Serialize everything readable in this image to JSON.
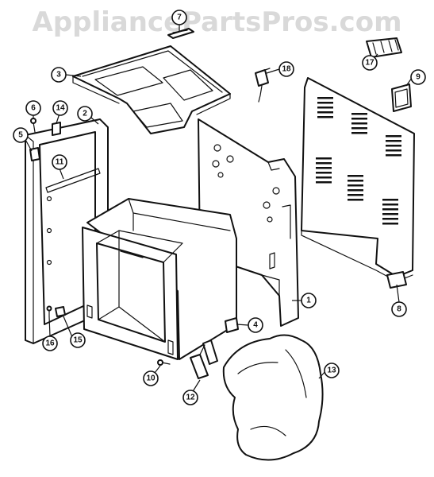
{
  "watermark": "AppliancePartsPros.com",
  "callouts": [
    {
      "id": "1",
      "label": "1",
      "part": "side-panel-right"
    },
    {
      "id": "2",
      "label": "2",
      "part": "side-panel-left"
    },
    {
      "id": "3",
      "label": "3",
      "part": "top-panel"
    },
    {
      "id": "4",
      "label": "4",
      "part": "bracket"
    },
    {
      "id": "5",
      "label": "5",
      "part": "clip"
    },
    {
      "id": "6",
      "label": "6",
      "part": "screw-small"
    },
    {
      "id": "7",
      "label": "7",
      "part": "cap-top"
    },
    {
      "id": "8",
      "label": "8",
      "part": "back-bracket"
    },
    {
      "id": "9",
      "label": "9",
      "part": "cover-plate"
    },
    {
      "id": "10",
      "label": "10",
      "part": "screw"
    },
    {
      "id": "11",
      "label": "11",
      "part": "side-trim"
    },
    {
      "id": "12",
      "label": "12",
      "part": "hinge"
    },
    {
      "id": "13",
      "label": "13",
      "part": "insulation"
    },
    {
      "id": "14",
      "label": "14",
      "part": "clip-small"
    },
    {
      "id": "15",
      "label": "15",
      "part": "foot"
    },
    {
      "id": "16",
      "label": "16",
      "part": "screw-foot"
    },
    {
      "id": "17",
      "label": "17",
      "part": "terminal-block"
    },
    {
      "id": "18",
      "label": "18",
      "part": "power-cord"
    }
  ]
}
